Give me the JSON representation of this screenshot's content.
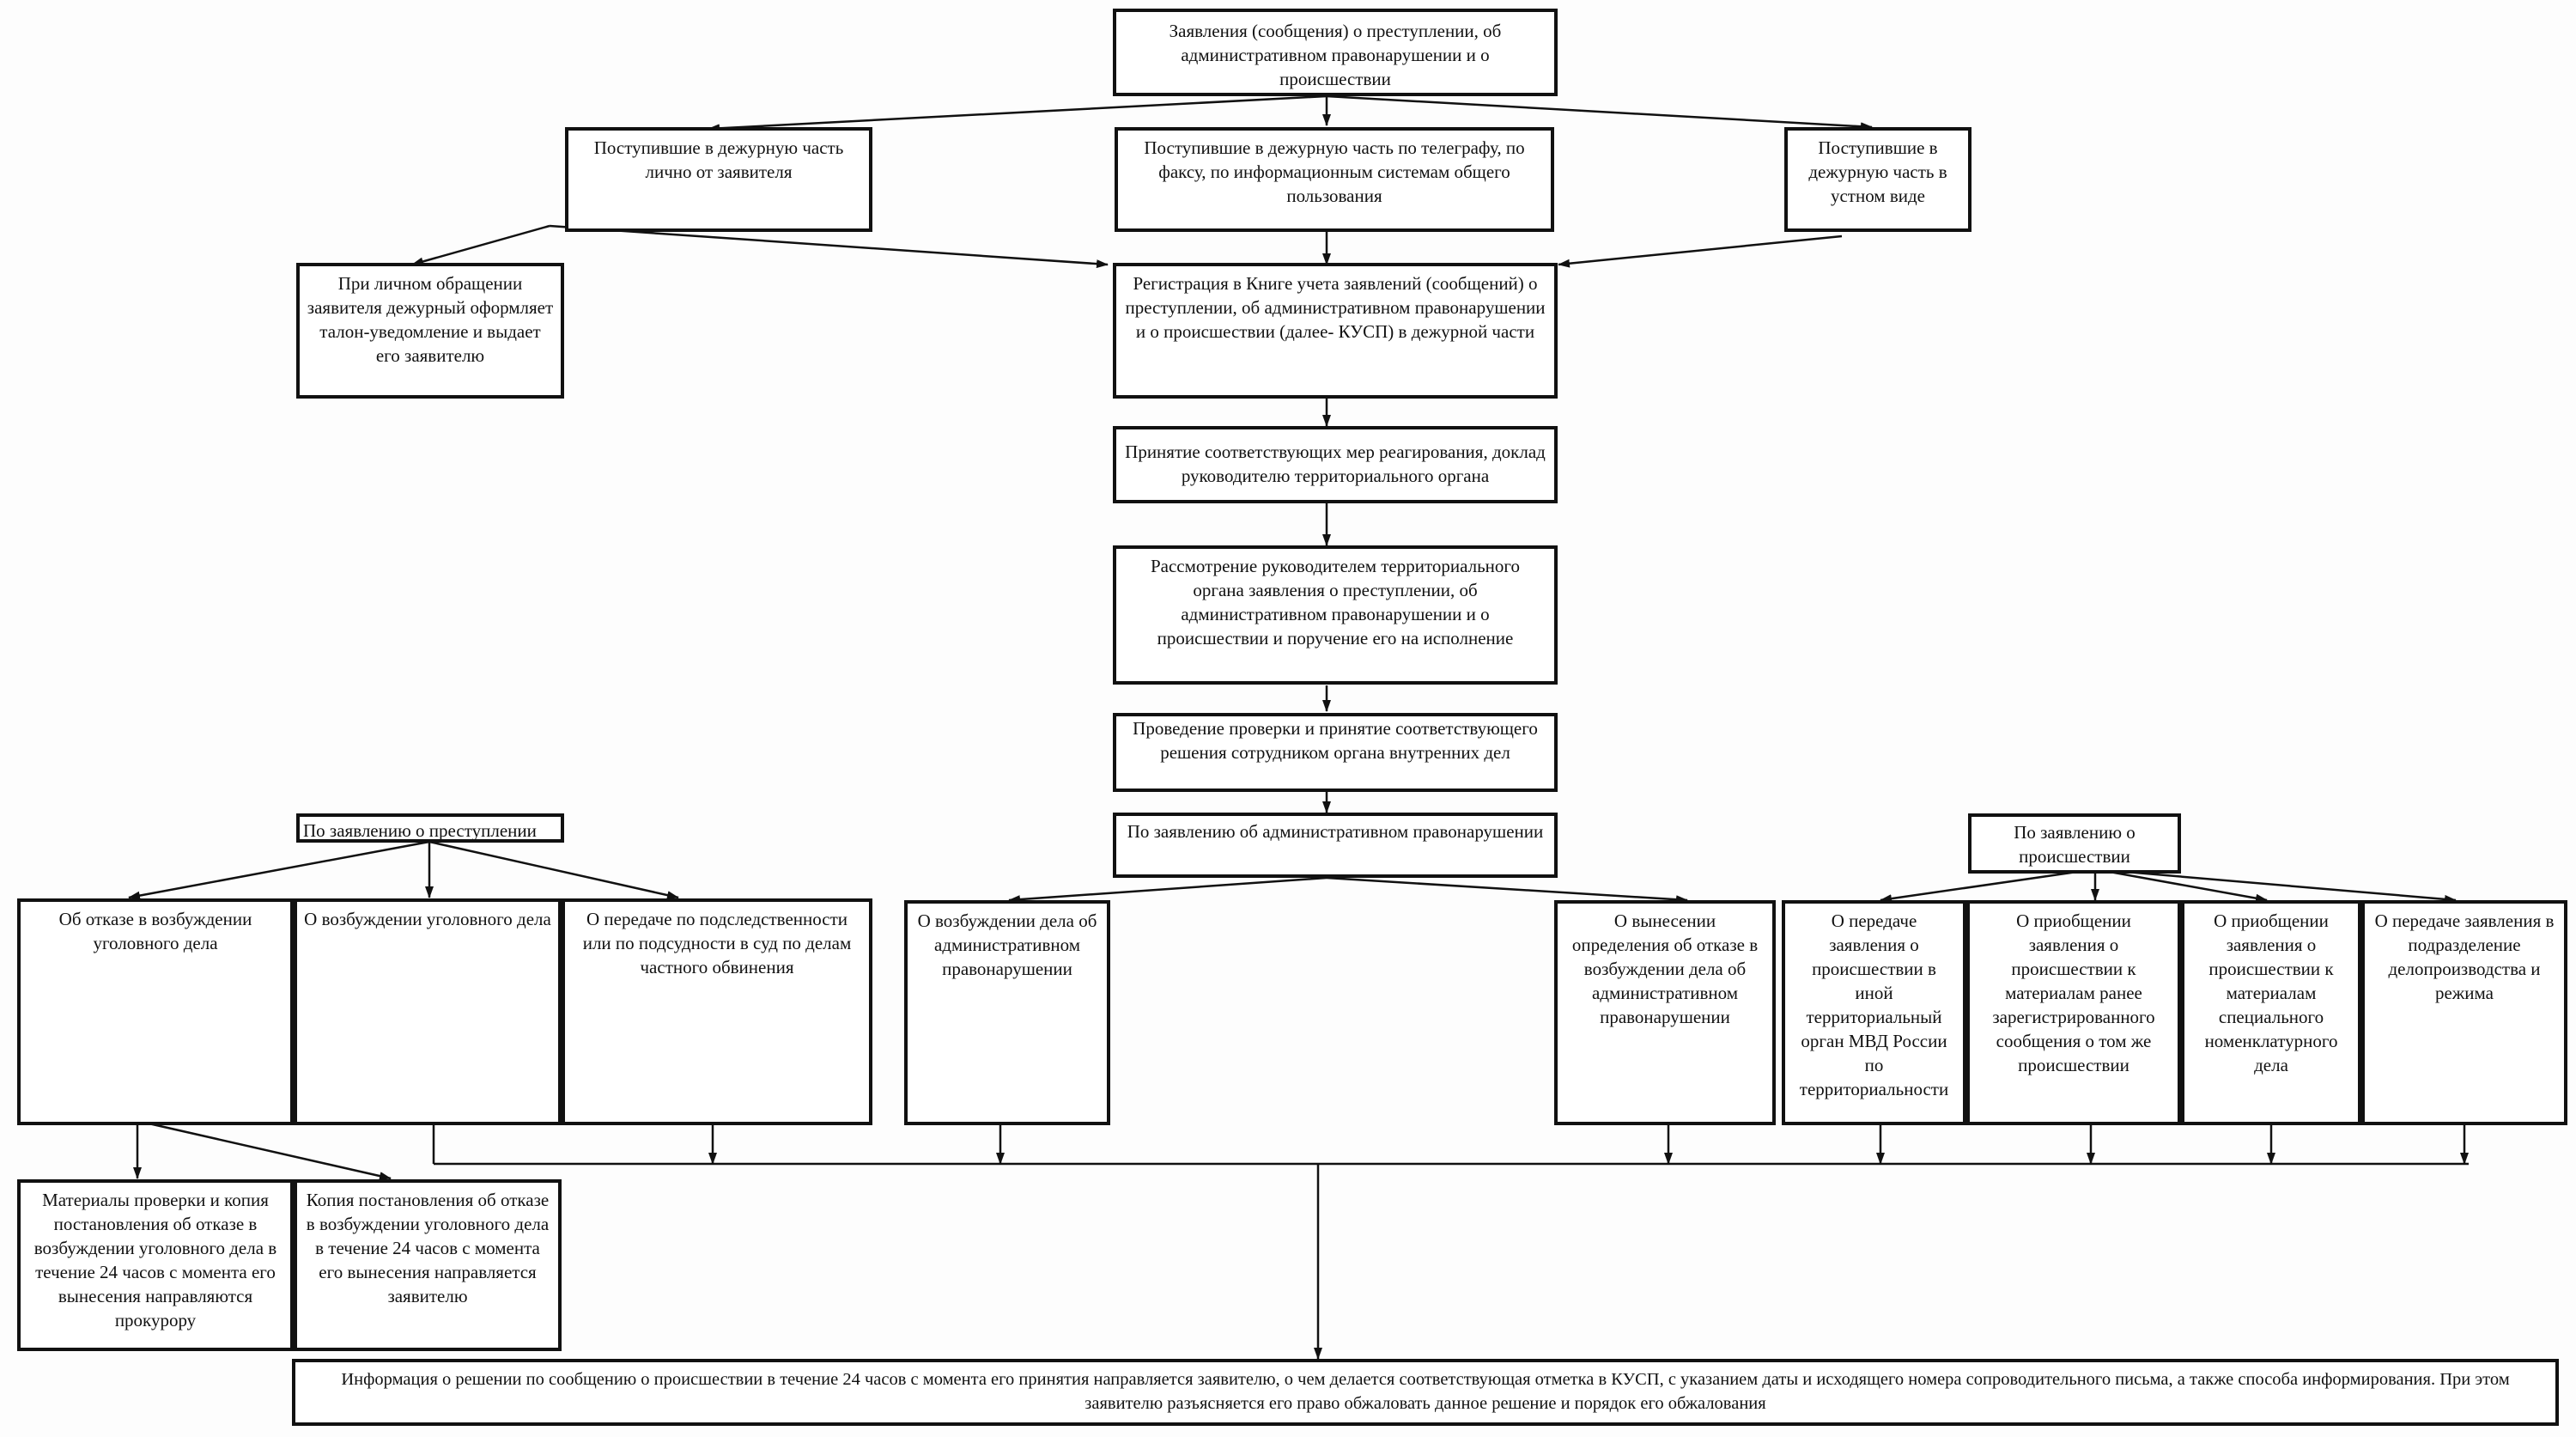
{
  "nodes": {
    "top": "Заявления (сообщения) о преступлении, об административном правонарушении и о происшествии",
    "in_person": "Поступившие в дежурную часть лично от  заявителя",
    "by_telegraph": "Поступившие в дежурную часть по телеграфу, по факсу,  по информационным системам общего пользования",
    "oral": "Поступившие в дежурную часть в устном виде",
    "talon": "При личном обращении заявителя дежурный оформляет   талон-уведомление и выдает его заявителю",
    "registration": "Регистрация в Книге учета заявлений (сообщений) о преступлении, об административном правонарушении и о происшествии  (далее- КУСП) в дежурной части",
    "measures": "Принятие соответствующих мер реагирования, доклад руководителю территориального органа",
    "review": "Рассмотрение руководителем территориального органа заявления о преступлении, об административном правонарушении и о происшествии и поручение его на исполнение",
    "check": "Проведение проверки и принятие соответствующего решения сотрудником органа внутренних дел",
    "crime": "По заявлению о преступлении",
    "admin": "По заявлению об административном правонарушении",
    "incident": "По заявлению о происшествии",
    "refuse_criminal": "Об отказе в возбуждении уголовного дела",
    "initiate_criminal": "О возбуждении уголовного дела",
    "transfer_jurisdiction": "О передаче по подследственности или по подсудности в суд по делам частного обвинения",
    "initiate_admin": "О возбуждении дела об административном правонарушении",
    "refuse_admin": "О вынесении определения об отказе в возбуждении дела об административном правонарушении",
    "transfer_territorial": "О передаче заявления о происшествии в иной территориальный орган МВД России по территориальности",
    "attach_registered": "О приобщении заявления о происшествии к материалам ранее зарегистрированного сообщения о том же происшествии",
    "attach_nomenclature": "О приобщении заявления о происшествии к материалам специального номенклатурного дела",
    "transfer_office": "О передаче заявления в подразделение делопроизводства и режима",
    "materials_prosecutor": "Материалы проверки и копия постановления об отказе в возбуждении уголовного дела в течение  24 часов с момента его вынесения направляются прокурору",
    "copy_applicant": "Копия постановления об отказе в возбуждении уголовного дела  в течение 24 часов с момента его вынесения направляется заявителю",
    "final": "Информация о решении по сообщению о происшествии в течение 24 часов с момента его принятия направляется заявителю, о чем делается соответствующая отметка в КУСП, с указанием даты и исходящего номера сопроводительного письма, а также способа информирования. При этом заявителю разъясняется его право обжаловать данное решение и порядок его обжалования"
  }
}
